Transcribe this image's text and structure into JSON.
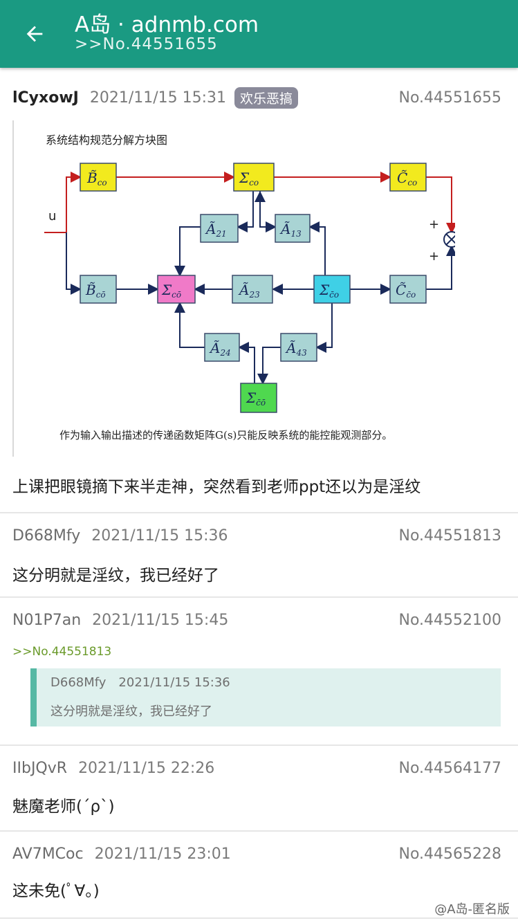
{
  "appbar": {
    "title": "A岛 · adnmb.com",
    "subtitle": ">>No.44551655",
    "back_icon": "arrow-back-icon"
  },
  "posts": [
    {
      "uid": "lCyxowJ",
      "time": "2021/11/15 15:31",
      "tag": "欢乐恶搞",
      "no": "No.44551655",
      "text": "上课把眼镜摘下来半走神，突然看到老师ppt还以为是淫纹",
      "image": {
        "title": "系统结构规范分解方块图",
        "caption": "作为输入输出描述的传递函数矩阵G(s)只能反映系统的能控能观测部分。"
      }
    },
    {
      "uid": "D668Mfy",
      "time": "2021/11/15 15:36",
      "no": "No.44551813",
      "text": "这分明就是淫纹，我已经好了"
    },
    {
      "uid": "N01P7an",
      "time": "2021/11/15 15:45",
      "no": "No.44552100",
      "quote_link": ">>No.44551813",
      "quote": {
        "uid": "D668Mfy",
        "time": "2021/11/15 15:36",
        "text": "这分明就是淫纹，我已经好了"
      }
    },
    {
      "uid": "IIbJQvR",
      "time": "2021/11/15 22:26",
      "no": "No.44564177",
      "text": "魅魔老师(´ρ`)"
    },
    {
      "uid": "AV7MCoc",
      "time": "2021/11/15 23:01",
      "no": "No.44565228",
      "text": "这未免(ﾟ∀。)"
    }
  ],
  "watermark": "@A岛-匿名版",
  "colors": {
    "appbar": "#1a9a82",
    "quote_bar": "#56b8a4",
    "quote_bg": "#dff1ee",
    "yellow": "#f2ea1e",
    "teal": "#a9d4d4",
    "pink": "#f07ac8",
    "cyan": "#3fd0e6",
    "green": "#4fd84f"
  }
}
